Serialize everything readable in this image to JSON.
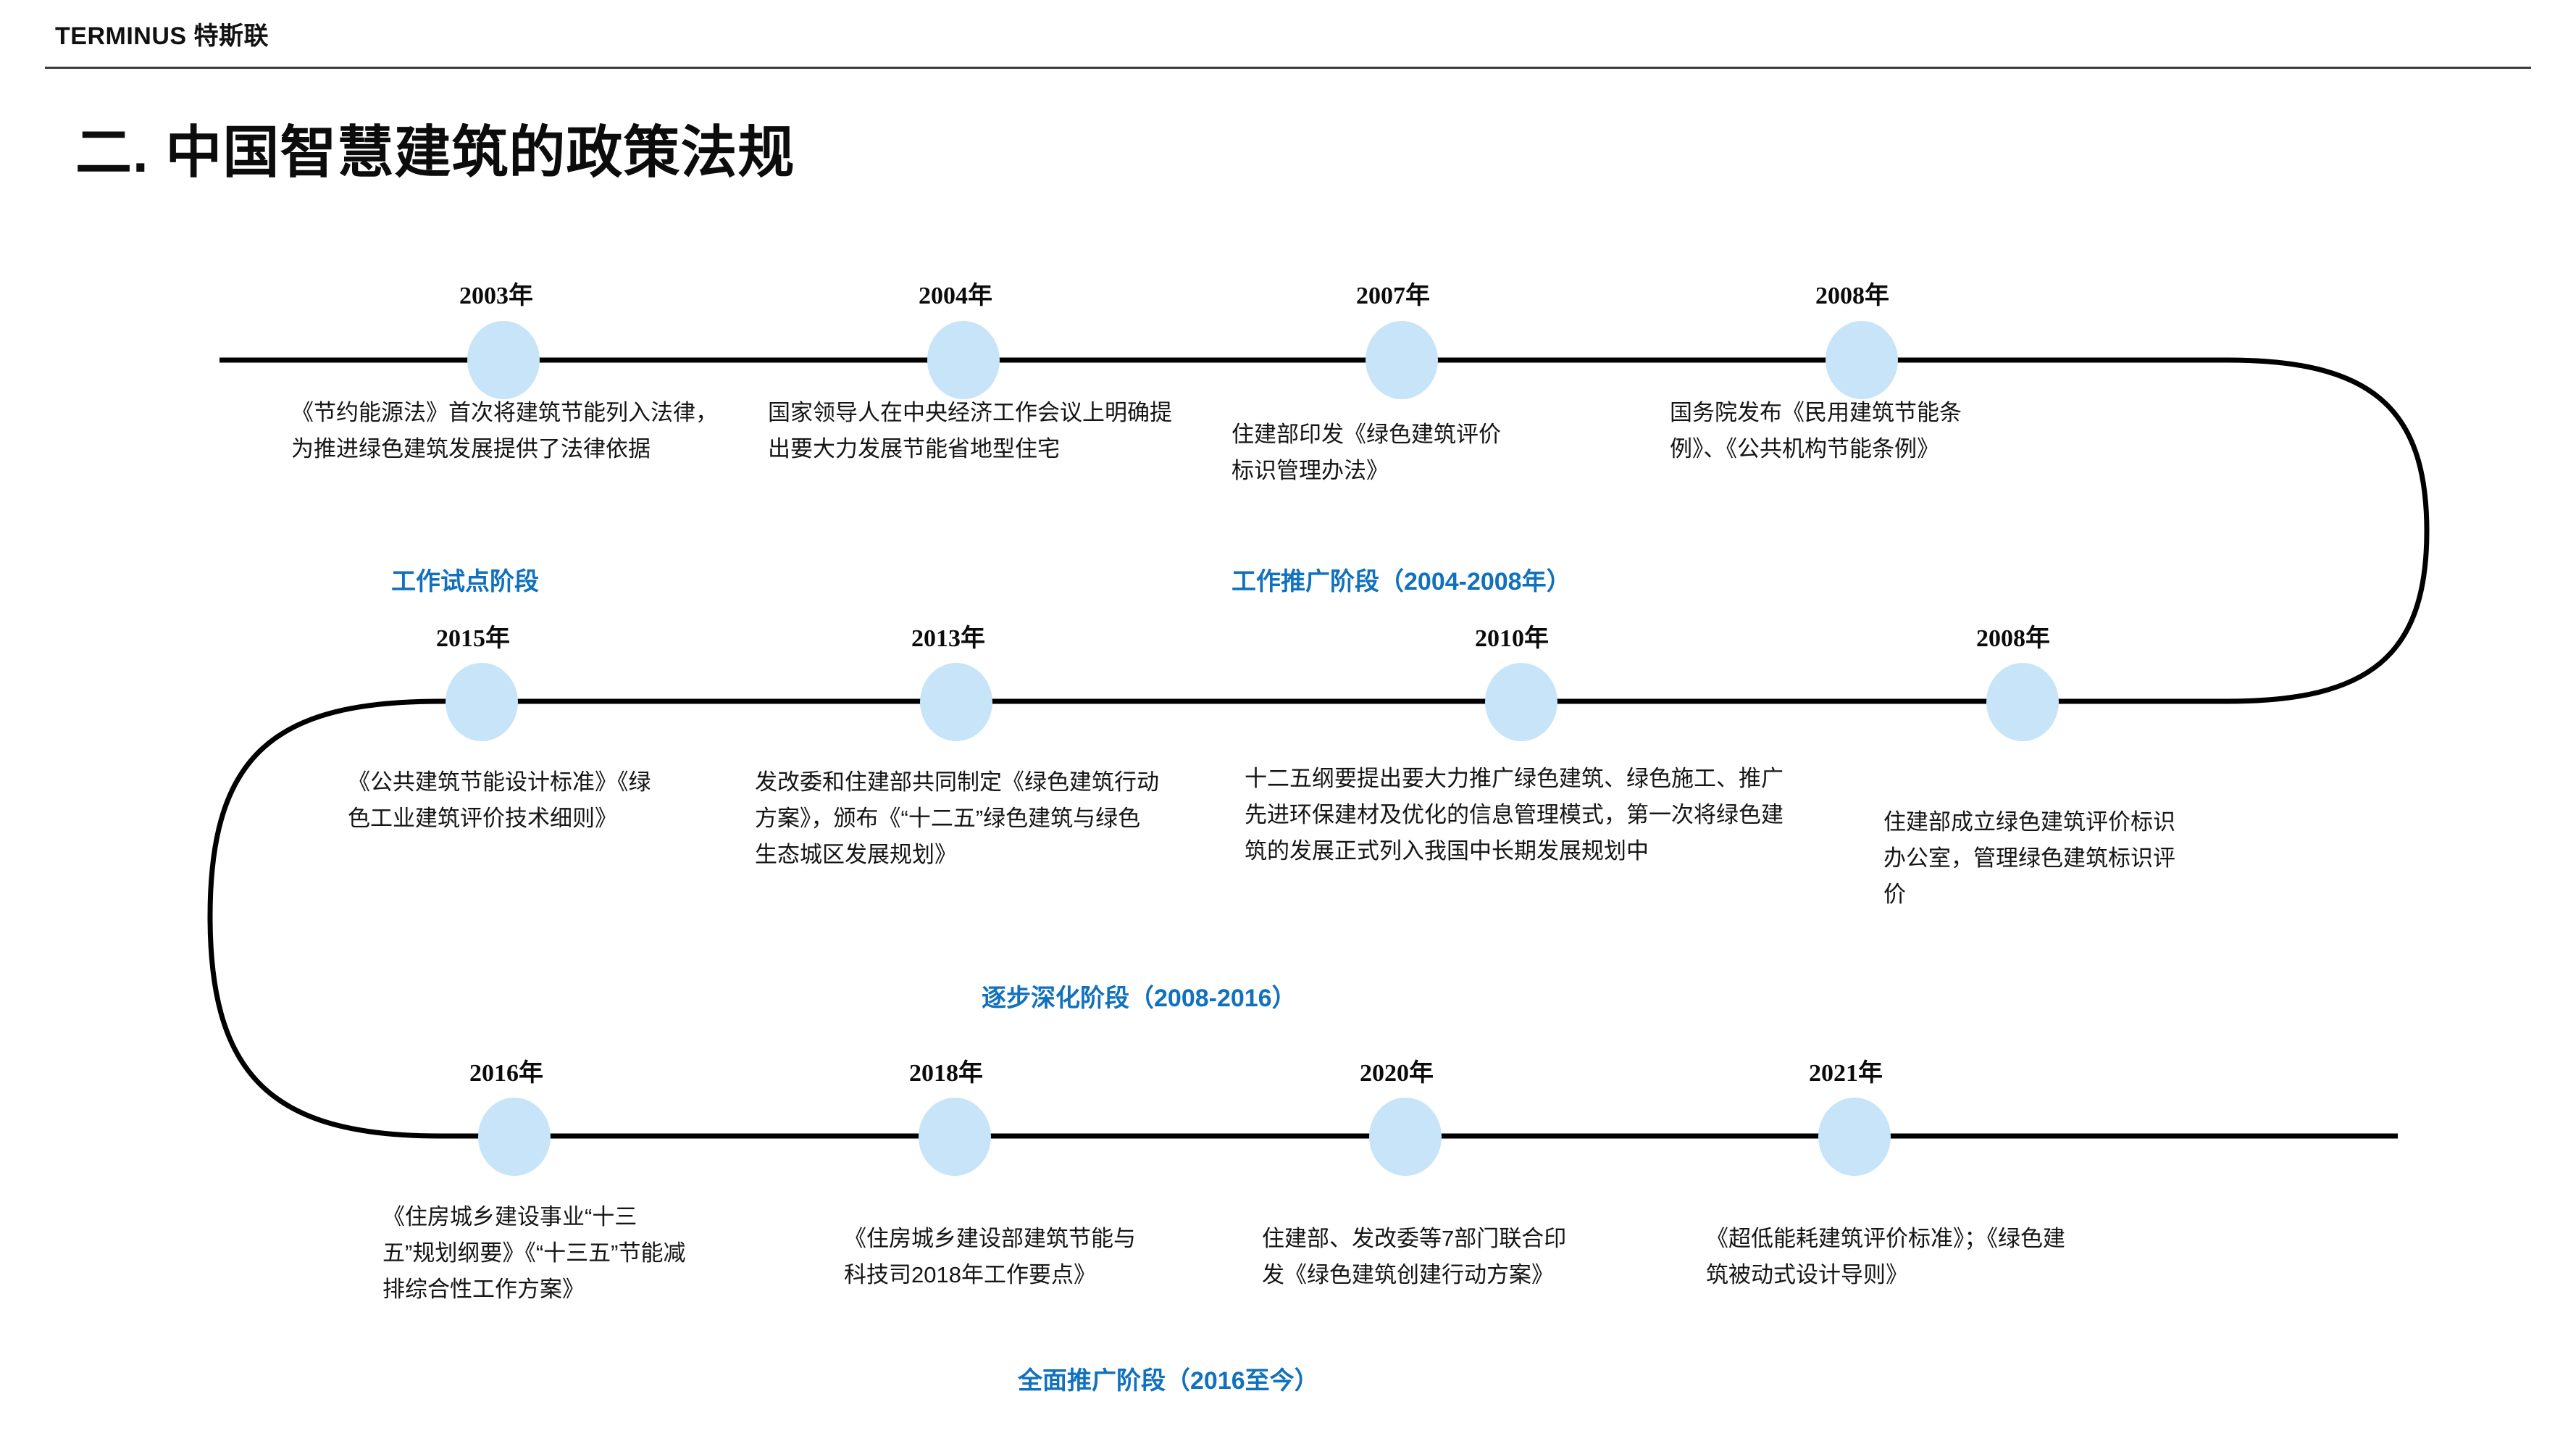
{
  "header": {
    "brand": "TERMINUS 特斯联",
    "title": "二. 中国智慧建筑的政策法规"
  },
  "chart_data": {
    "type": "timeline",
    "title": "二. 中国智慧建筑的政策法规",
    "orientation": "serpentine-horizontal",
    "rows": 3,
    "node_color": "#c7e4f8",
    "line_color": "#000000",
    "phase_color": "#1171bd",
    "events": [
      {
        "row": 1,
        "col": 1,
        "year": "2003年",
        "text": "《节约能源法》首次将建筑节能列入法律，为推进绿色建筑发展提供了法律依据"
      },
      {
        "row": 1,
        "col": 2,
        "year": "2004年",
        "text": "国家领导人在中央经济工作会议上明确提出要大力发展节能省地型住宅"
      },
      {
        "row": 1,
        "col": 3,
        "year": "2007年",
        "text": "住建部印发《绿色建筑评价标识管理办法》"
      },
      {
        "row": 1,
        "col": 4,
        "year": "2008年",
        "text": "国务院发布《民用建筑节能条例》、《公共机构节能条例》"
      },
      {
        "row": 2,
        "col": 1,
        "year": "2015年",
        "text": "《公共建筑节能设计标准》《绿色工业建筑评价技术细则》"
      },
      {
        "row": 2,
        "col": 2,
        "year": "2013年",
        "text": "发改委和住建部共同制定《绿色建筑行动方案》，颁布《“十二五”绿色建筑与绿色生态城区发展规划》"
      },
      {
        "row": 2,
        "col": 3,
        "year": "2010年",
        "text": "十二五纲要提出要大力推广绿色建筑、绿色施工、推广先进环保建材及优化的信息管理模式，第一次将绿色建筑的发展正式列入我国中长期发展规划中"
      },
      {
        "row": 2,
        "col": 4,
        "year": "2008年",
        "text": "住建部成立绿色建筑评价标识办公室，管理绿色建筑标识评价"
      },
      {
        "row": 3,
        "col": 1,
        "year": "2016年",
        "text": "《住房城乡建设事业“十三五”规划纲要》《“十三五”节能减排综合性工作方案》"
      },
      {
        "row": 3,
        "col": 2,
        "year": "2018年",
        "text": "《住房城乡建设部建筑节能与科技司2018年工作要点》"
      },
      {
        "row": 3,
        "col": 3,
        "year": "2020年",
        "text": "住建部、发改委等7部门联合印发《绿色建筑创建行动方案》"
      },
      {
        "row": 3,
        "col": 4,
        "year": "2021年",
        "text": "《超低能耗建筑评价标准》；《绿色建筑被动式设计导则》"
      }
    ],
    "phases": [
      {
        "label": "工作试点阶段"
      },
      {
        "label": "工作推广阶段（2004-2008年）"
      },
      {
        "label": "逐步深化阶段（2008-2016）"
      },
      {
        "label": "全面推广阶段（2016至今）"
      }
    ]
  }
}
